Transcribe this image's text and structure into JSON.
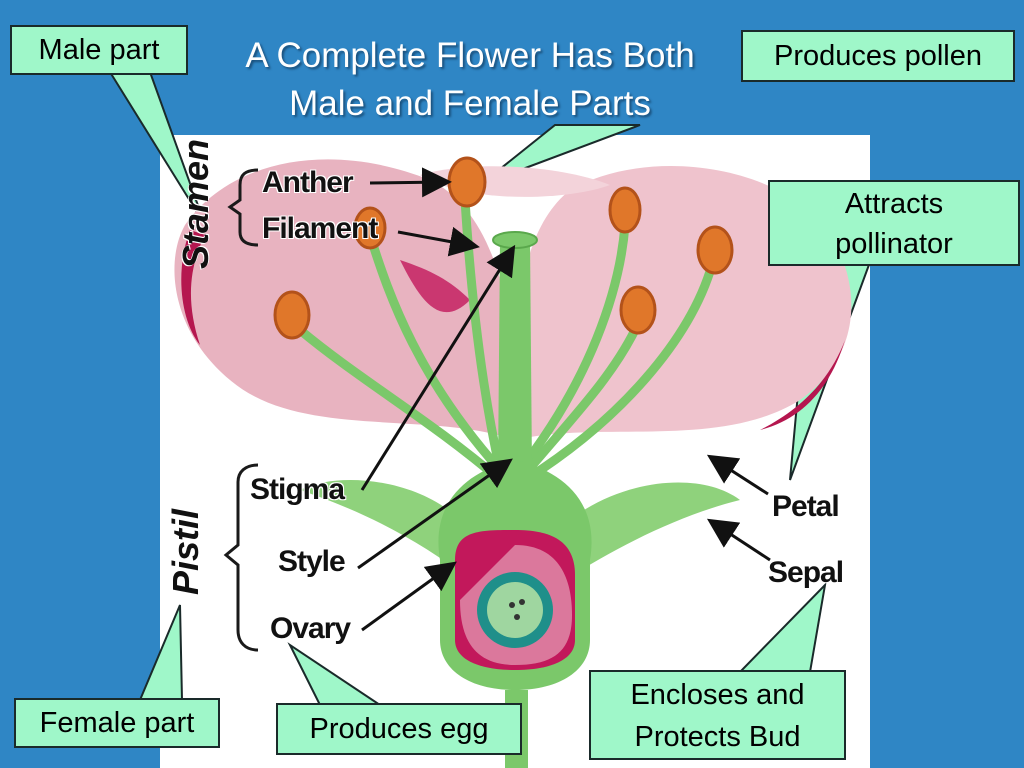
{
  "title_line1": "A Complete Flower Has Both",
  "title_line2": "Male and Female Parts",
  "callouts": {
    "male_part": "Male part",
    "female_part": "Female part",
    "produces_pollen": "Produces pollen",
    "attracts_line1": "Attracts",
    "attracts_line2": "pollinator",
    "produces_egg": "Produces egg",
    "encloses_line1": "Encloses and",
    "encloses_line2": "Protects Bud"
  },
  "parts": {
    "stamen": "Stamen",
    "pistil": "Pistil",
    "anther": "Anther",
    "filament": "Filament",
    "stigma": "Stigma",
    "style": "Style",
    "ovary": "Ovary",
    "petal": "Petal",
    "sepal": "Sepal"
  },
  "colors": {
    "background": "#2f86c5",
    "callout_fill": "#9ff7c9",
    "petal": "#e8b3c0",
    "stem_green": "#7bc86a",
    "anther_orange": "#e0772a",
    "ovary_red": "#c2185b"
  }
}
